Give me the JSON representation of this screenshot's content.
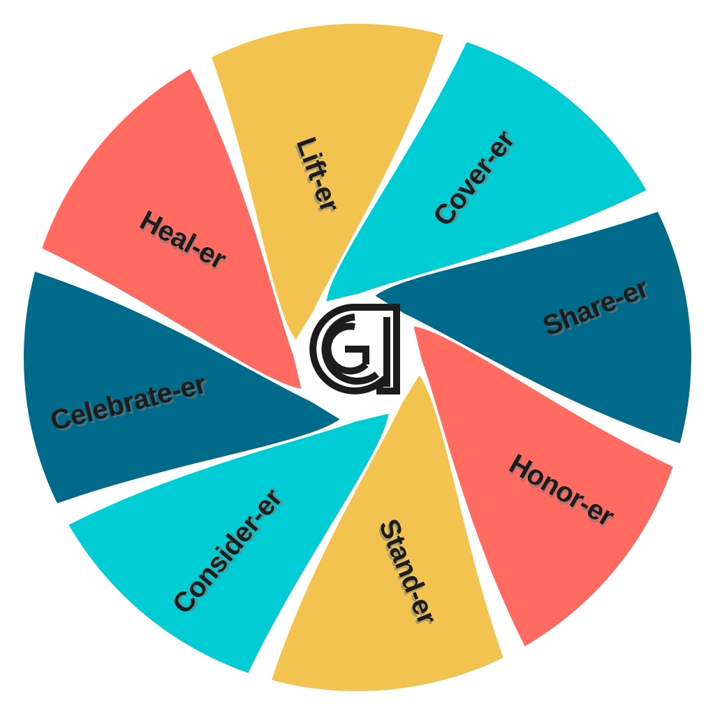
{
  "wheel": {
    "colors": {
      "yellow": "#F2C44F",
      "cyan": "#00CCD3",
      "teal": "#006A8A",
      "coral": "#FF6B61",
      "gap": "#FFFFFF",
      "text": "#1C1C1C"
    },
    "segments": [
      {
        "label": "Lift-er",
        "color": "#F2C44F"
      },
      {
        "label": "Cover-er",
        "color": "#00CCD3"
      },
      {
        "label": "Share-er",
        "color": "#006A8A"
      },
      {
        "label": "Honor-er",
        "color": "#FF6B61"
      },
      {
        "label": "Stand-er",
        "color": "#F2C44F"
      },
      {
        "label": "Consider-er",
        "color": "#00CCD3"
      },
      {
        "label": "Celebrate-er",
        "color": "#006A8A"
      },
      {
        "label": "Heal-er",
        "color": "#FF6B61"
      }
    ]
  },
  "logo": {
    "icon": "g-monogram-icon",
    "color": "#1C1C1C"
  }
}
